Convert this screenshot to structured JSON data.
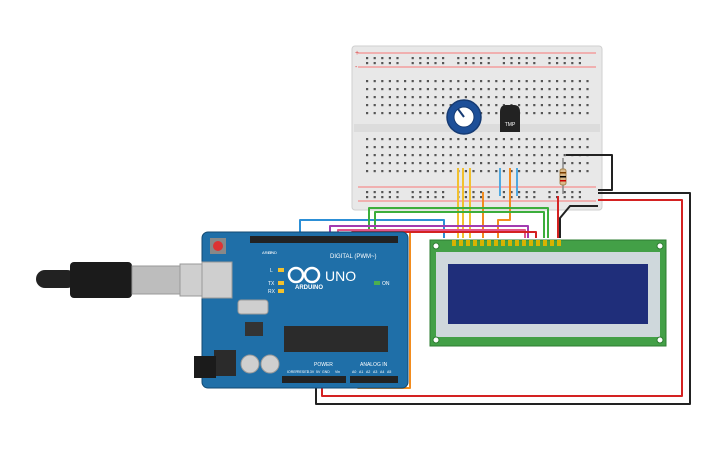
{
  "circuit": {
    "board": {
      "brand": "ARDUINO",
      "model": "UNO",
      "digital_label": "DIGITAL (PWM~)",
      "power_label": "POWER",
      "analog_label": "ANALOG IN",
      "on_label": "ON",
      "l_label": "L",
      "tx_label": "TX",
      "rx_label": "RX",
      "aref_label": "AREF",
      "gnd_label": "GND",
      "ioref_label": "IOREF",
      "reset_label": "RESET",
      "v33_label": "3.3V",
      "v5_label": "5V",
      "vin_label": "Vin",
      "pin_a0": "A0",
      "pin_a1": "A1",
      "pin_a2": "A2",
      "pin_a3": "A3",
      "pin_a4": "A4",
      "pin_a5": "A5"
    },
    "sensor": {
      "label": "TMP"
    },
    "breadboard": {
      "rail_plus": "+",
      "rail_minus": "-"
    },
    "colors": {
      "board": "#1f6fa8",
      "breadboard": "#e9e9e9",
      "lcd_pcb": "#4caf50",
      "lcd_screen": "#1f2e7a",
      "pot": "#2f67b6"
    }
  }
}
